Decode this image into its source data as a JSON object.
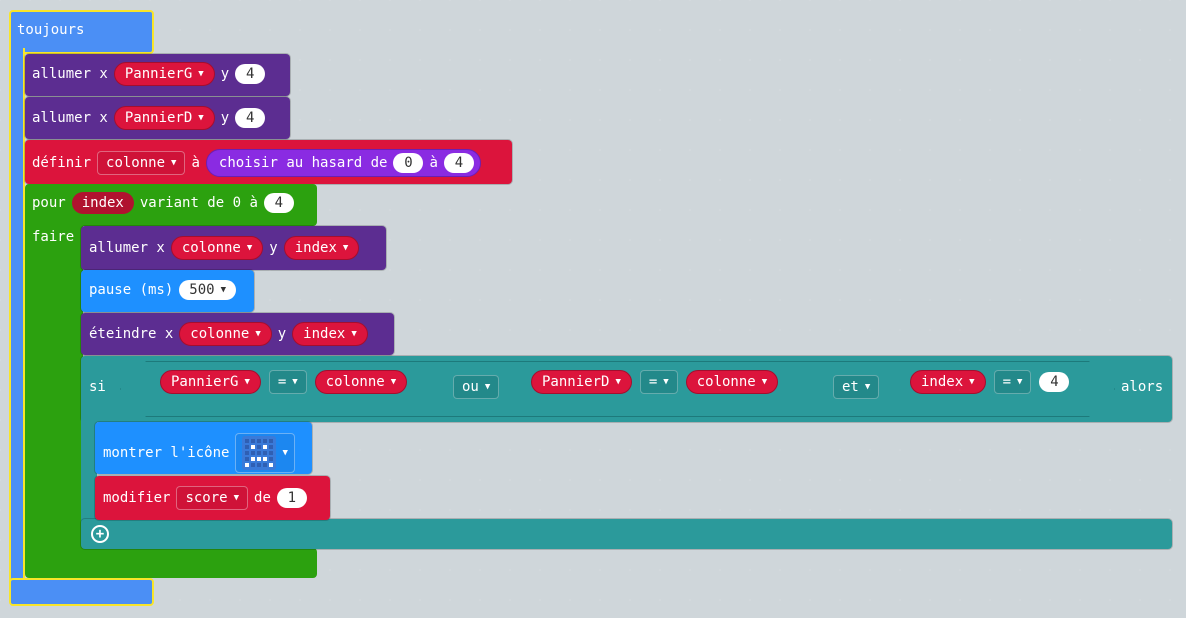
{
  "forever": {
    "label": "toujours"
  },
  "led_plot_1": {
    "label": "allumer x",
    "x": "PannierG",
    "y_label": "y",
    "y": "4"
  },
  "led_plot_2": {
    "label": "allumer x",
    "x": "PannierD",
    "y_label": "y",
    "y": "4"
  },
  "set_var": {
    "label": "définir",
    "var": "colonne",
    "to_label": "à",
    "random_label": "choisir au hasard de",
    "from": "0",
    "between": "à",
    "to": "4"
  },
  "for_loop": {
    "label": "pour",
    "var": "index",
    "range_label": "variant de 0 à",
    "to": "4",
    "do_label": "faire"
  },
  "led_plot_3": {
    "label": "allumer x",
    "x": "colonne",
    "y_label": "y",
    "y": "index"
  },
  "pause": {
    "label": "pause (ms)",
    "value": "500"
  },
  "led_unplot": {
    "label": "éteindre x",
    "x": "colonne",
    "y_label": "y",
    "y": "index"
  },
  "if_block": {
    "label": "si",
    "cond1": {
      "left": "PannierG",
      "op": "=",
      "right": "colonne"
    },
    "or_label": "ou",
    "cond2": {
      "left": "PannierD",
      "op": "=",
      "right": "colonne"
    },
    "and_label": "et",
    "cond3": {
      "left": "index",
      "op": "=",
      "right": "4"
    },
    "then_label": "alors"
  },
  "show_icon": {
    "label": "montrer l'icône",
    "icon_name": "sad-face-icon"
  },
  "change_var": {
    "label": "modifier",
    "var": "score",
    "by_label": "de",
    "value": "1"
  },
  "colors": {
    "events": "#4b8ff5",
    "led": "#5c2d91",
    "variables": "#dc143c",
    "loops": "#2ca10f",
    "basic": "#1e90ff",
    "logic": "#2b9a9b",
    "math": "#8a2be2"
  }
}
